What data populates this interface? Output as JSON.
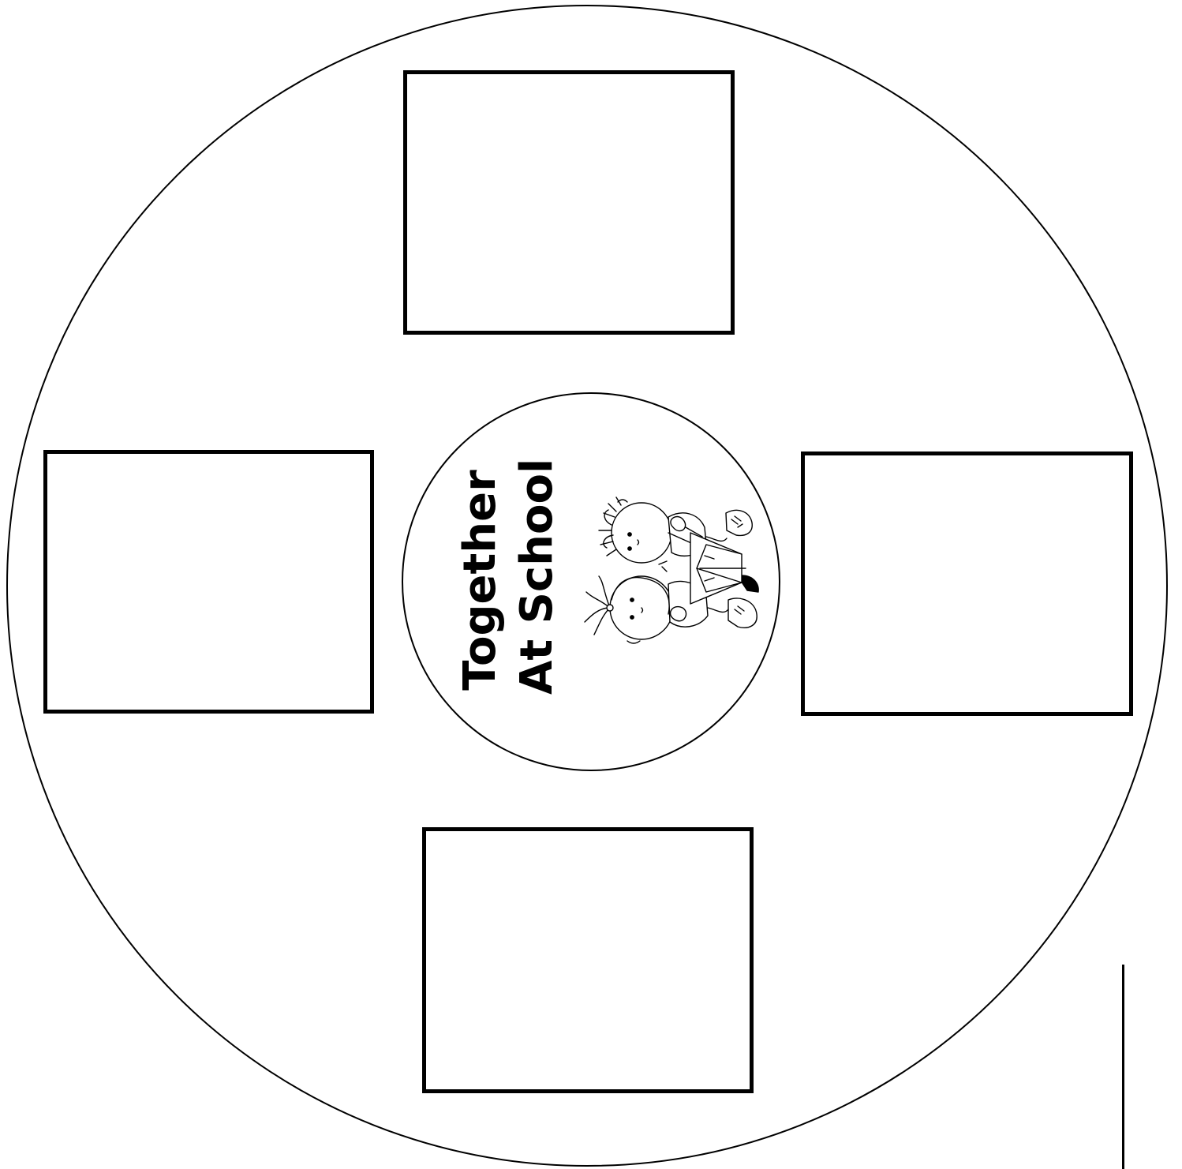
{
  "center": {
    "title_line1": "Together",
    "title_line2": "At School",
    "illustration": "kids-reading-book"
  },
  "frames": [
    "top",
    "right",
    "bottom",
    "left"
  ],
  "colors": {
    "ink": "#000000",
    "paper": "#ffffff"
  }
}
